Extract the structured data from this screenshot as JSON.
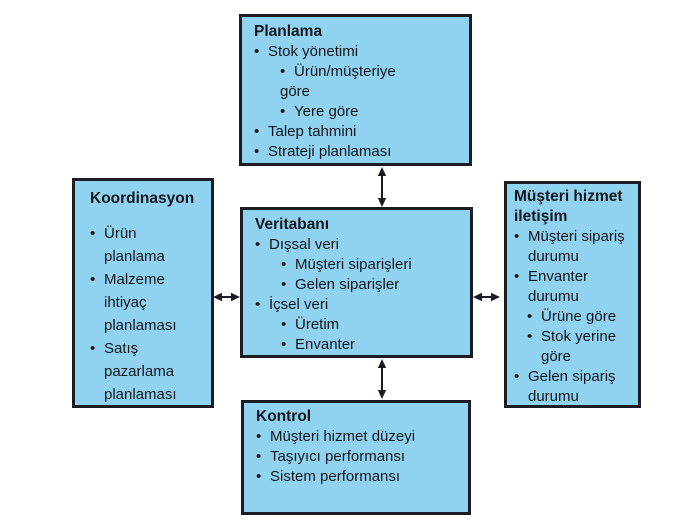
{
  "diagram": {
    "colors": {
      "box_fill": "#8fd3f0",
      "box_border": "#1c1c24",
      "text": "#15151d",
      "arrow": "#1c1c24"
    },
    "boxes": {
      "planlama": {
        "title": "Planlama",
        "lines": [
          {
            "text": "Stok yönetimi",
            "level": 1,
            "bullet": true
          },
          {
            "text": "Ürün/müşteriye",
            "level": 2,
            "bullet": true
          },
          {
            "text": "göre",
            "level": 2,
            "bullet": false
          },
          {
            "text": "Yere göre",
            "level": 2,
            "bullet": true
          },
          {
            "text": "Talep tahmini",
            "level": 1,
            "bullet": true
          },
          {
            "text": "Strateji planlaması",
            "level": 1,
            "bullet": true
          }
        ]
      },
      "koordinasyon": {
        "title": "Koordinasyon",
        "lines": [
          {
            "text": "Ürün",
            "level": 1,
            "bullet": true
          },
          {
            "text": "planlama",
            "level": 1,
            "bullet": false,
            "cont": true
          },
          {
            "text": "Malzeme",
            "level": 1,
            "bullet": true
          },
          {
            "text": "ihtiyaç",
            "level": 1,
            "bullet": false,
            "cont": true
          },
          {
            "text": "planlaması",
            "level": 1,
            "bullet": false,
            "cont": true
          },
          {
            "text": "Satış",
            "level": 1,
            "bullet": true
          },
          {
            "text": "pazarlama",
            "level": 1,
            "bullet": false,
            "cont": true
          },
          {
            "text": "planlaması",
            "level": 1,
            "bullet": false,
            "cont": true
          }
        ]
      },
      "veritabani": {
        "title": "Veritabanı",
        "lines": [
          {
            "text": "Dışsal veri",
            "level": 1,
            "bullet": true
          },
          {
            "text": "Müşteri siparişleri",
            "level": 2,
            "bullet": true
          },
          {
            "text": "Gelen siparişler",
            "level": 2,
            "bullet": true
          },
          {
            "text": "İçsel veri",
            "level": 1,
            "bullet": true
          },
          {
            "text": "Üretim",
            "level": 2,
            "bullet": true
          },
          {
            "text": "Envanter",
            "level": 2,
            "bullet": true
          }
        ]
      },
      "musteri": {
        "title": "Müşteri hizmet iletişim",
        "lines": [
          {
            "text": "Müşteri sipariş",
            "level": 1,
            "bullet": true
          },
          {
            "text": "durumu",
            "level": 1,
            "bullet": false,
            "cont": true
          },
          {
            "text": "Envanter",
            "level": 1,
            "bullet": true
          },
          {
            "text": "durumu",
            "level": 1,
            "bullet": false,
            "cont": true
          },
          {
            "text": "Ürüne göre",
            "level": 2,
            "bullet": true
          },
          {
            "text": "Stok yerine",
            "level": 2,
            "bullet": true
          },
          {
            "text": "göre",
            "level": 2,
            "bullet": false,
            "cont": true
          },
          {
            "text": "Gelen sipariş",
            "level": 1,
            "bullet": true
          },
          {
            "text": "durumu",
            "level": 1,
            "bullet": false,
            "cont": true
          }
        ]
      },
      "kontrol": {
        "title": "Kontrol",
        "lines": [
          {
            "text": "Müşteri hizmet düzeyi",
            "level": 1,
            "bullet": true
          },
          {
            "text": "Taşıyıcı performansı",
            "level": 1,
            "bullet": true
          },
          {
            "text": "Sistem performansı",
            "level": 1,
            "bullet": true
          }
        ]
      }
    }
  }
}
